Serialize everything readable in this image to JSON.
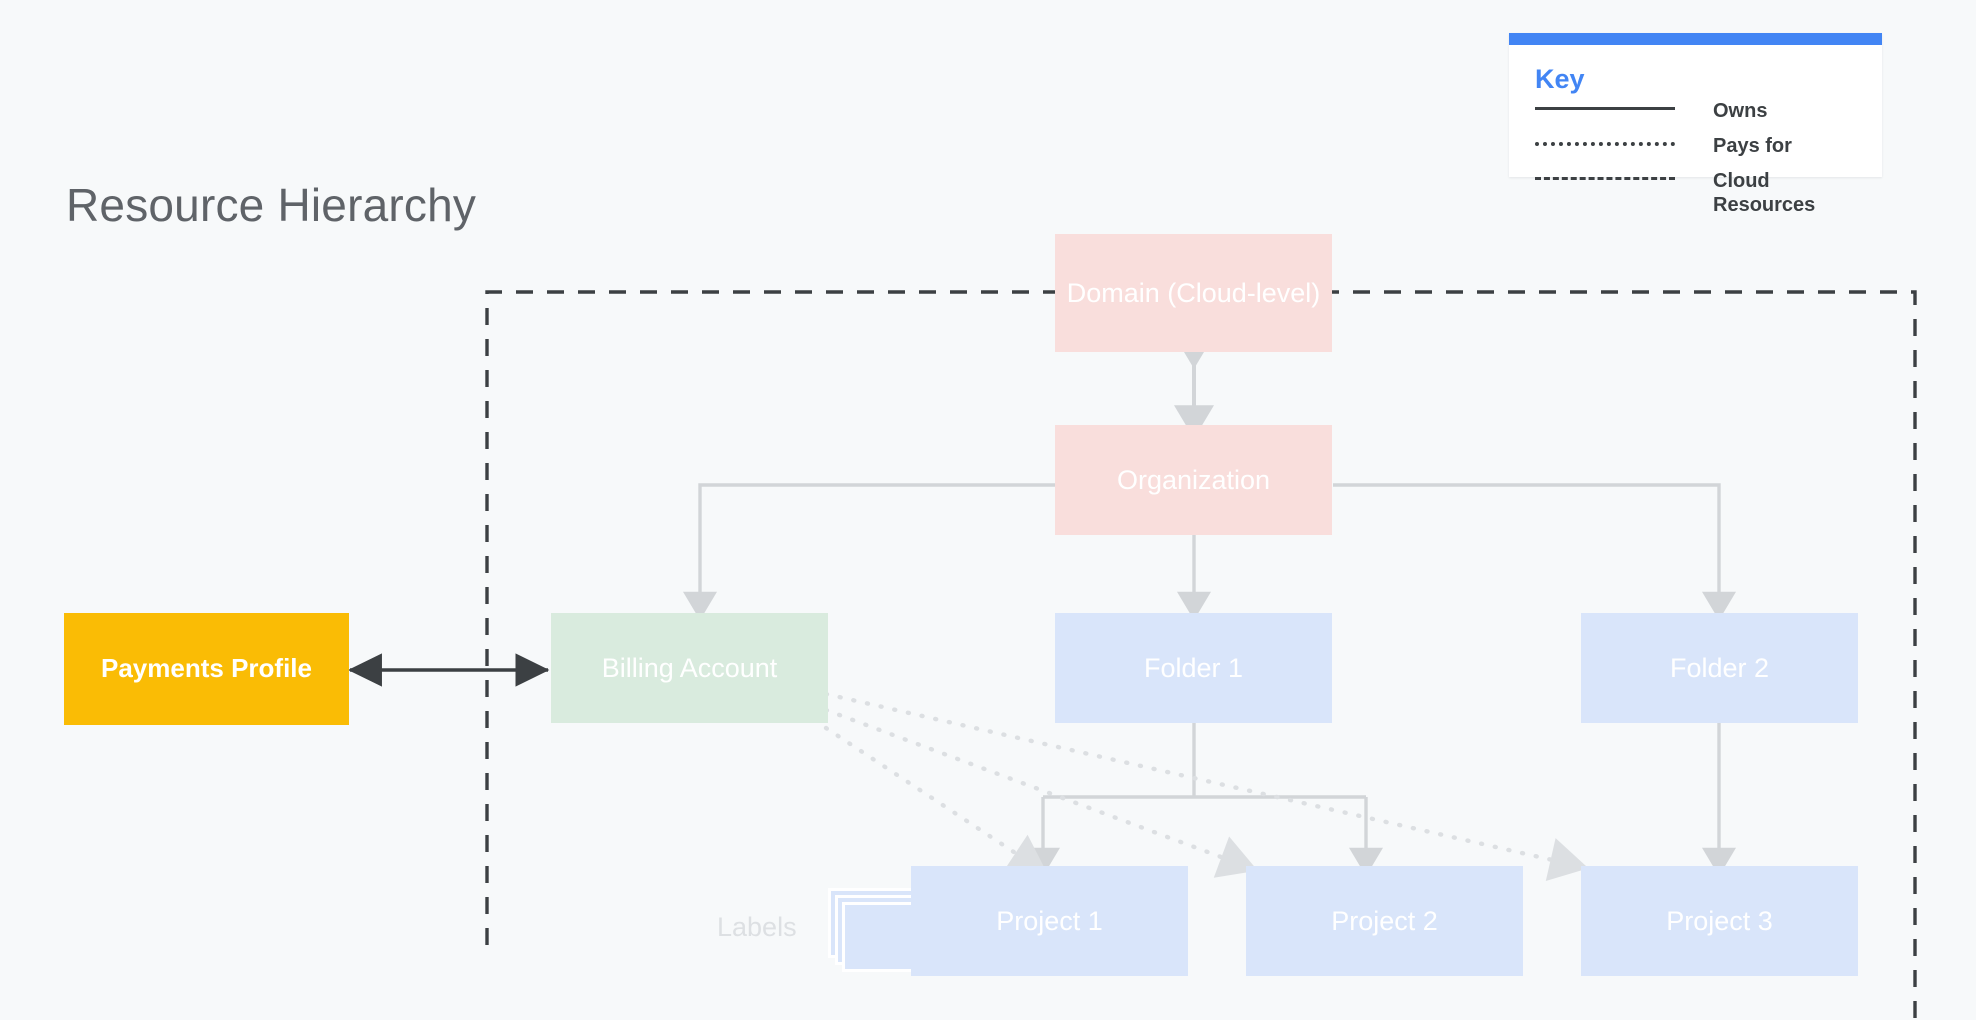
{
  "page": {
    "title": "Resource Hierarchy",
    "background": "#F7F9FA"
  },
  "key": {
    "title": "Key",
    "accent_color": "#4285F4",
    "items": [
      {
        "style": "solid",
        "label": "Owns"
      },
      {
        "style": "dotted",
        "label": "Pays for"
      },
      {
        "style": "dashed",
        "label": "Cloud Resources"
      }
    ]
  },
  "nodes": {
    "domain": {
      "label": "Domain (Cloud-level)",
      "color": "#F9DEDC"
    },
    "organization": {
      "label": "Organization",
      "color": "#F9DEDC"
    },
    "payments_profile": {
      "label": "Payments Profile",
      "color": "#FABC05"
    },
    "billing_account": {
      "label": "Billing Account",
      "color": "#D9EBDE"
    },
    "folder_1": {
      "label": "Folder 1",
      "color": "#D9E5FA"
    },
    "folder_2": {
      "label": "Folder 2",
      "color": "#D9E5FA"
    },
    "project_1": {
      "label": "Project 1",
      "color": "#D9E5FA"
    },
    "project_2": {
      "label": "Project 2",
      "color": "#D9E5FA"
    },
    "project_3": {
      "label": "Project 3",
      "color": "#D9E5FA"
    },
    "labels": {
      "label": "Labels",
      "color": "#D9E5FA"
    }
  },
  "boundary": {
    "name": "Cloud Resources",
    "style": "dashed"
  }
}
